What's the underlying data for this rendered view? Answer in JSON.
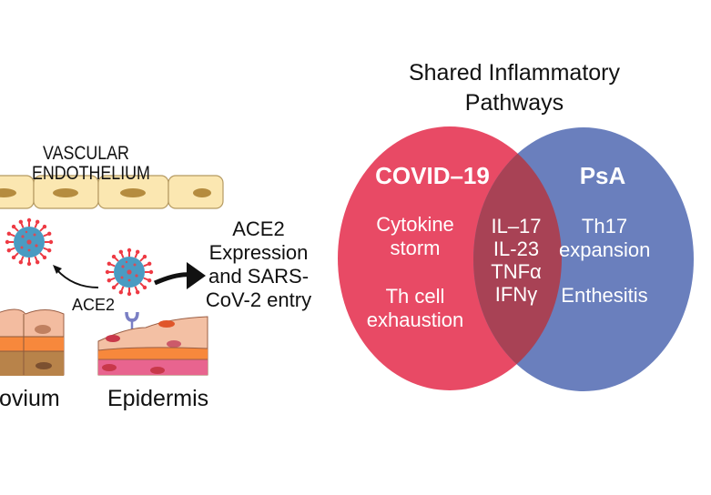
{
  "left_panel": {
    "vascular_label_line1": "VASCULAR",
    "vascular_label_line2": "ENDOTHELIUM",
    "ace2_receptor_label": "ACE2",
    "entry_label_lines": [
      "ACE2",
      "Expression",
      "and SARS-",
      "CoV-2 entry"
    ],
    "synovium_label": "ovium",
    "epidermis_label": "Epidermis"
  },
  "venn": {
    "title_line1": "Shared Inflammatory",
    "title_line2": "Pathways",
    "left_set": {
      "label": "COVID–19",
      "color": "#e84a65",
      "items_line1": [
        "Cytokine",
        "storm"
      ],
      "items_line2": [
        "Th cell",
        "exhaustion"
      ]
    },
    "right_set": {
      "label": "PsA",
      "color": "#6a7fbd",
      "items_line1": [
        "Th17",
        "expansion"
      ],
      "items_line2": [
        "Enthesitis"
      ]
    },
    "overlap": {
      "color": "#a84255",
      "items": [
        "IL–17",
        "IL-23",
        "TNFα",
        "IFNγ"
      ]
    }
  }
}
